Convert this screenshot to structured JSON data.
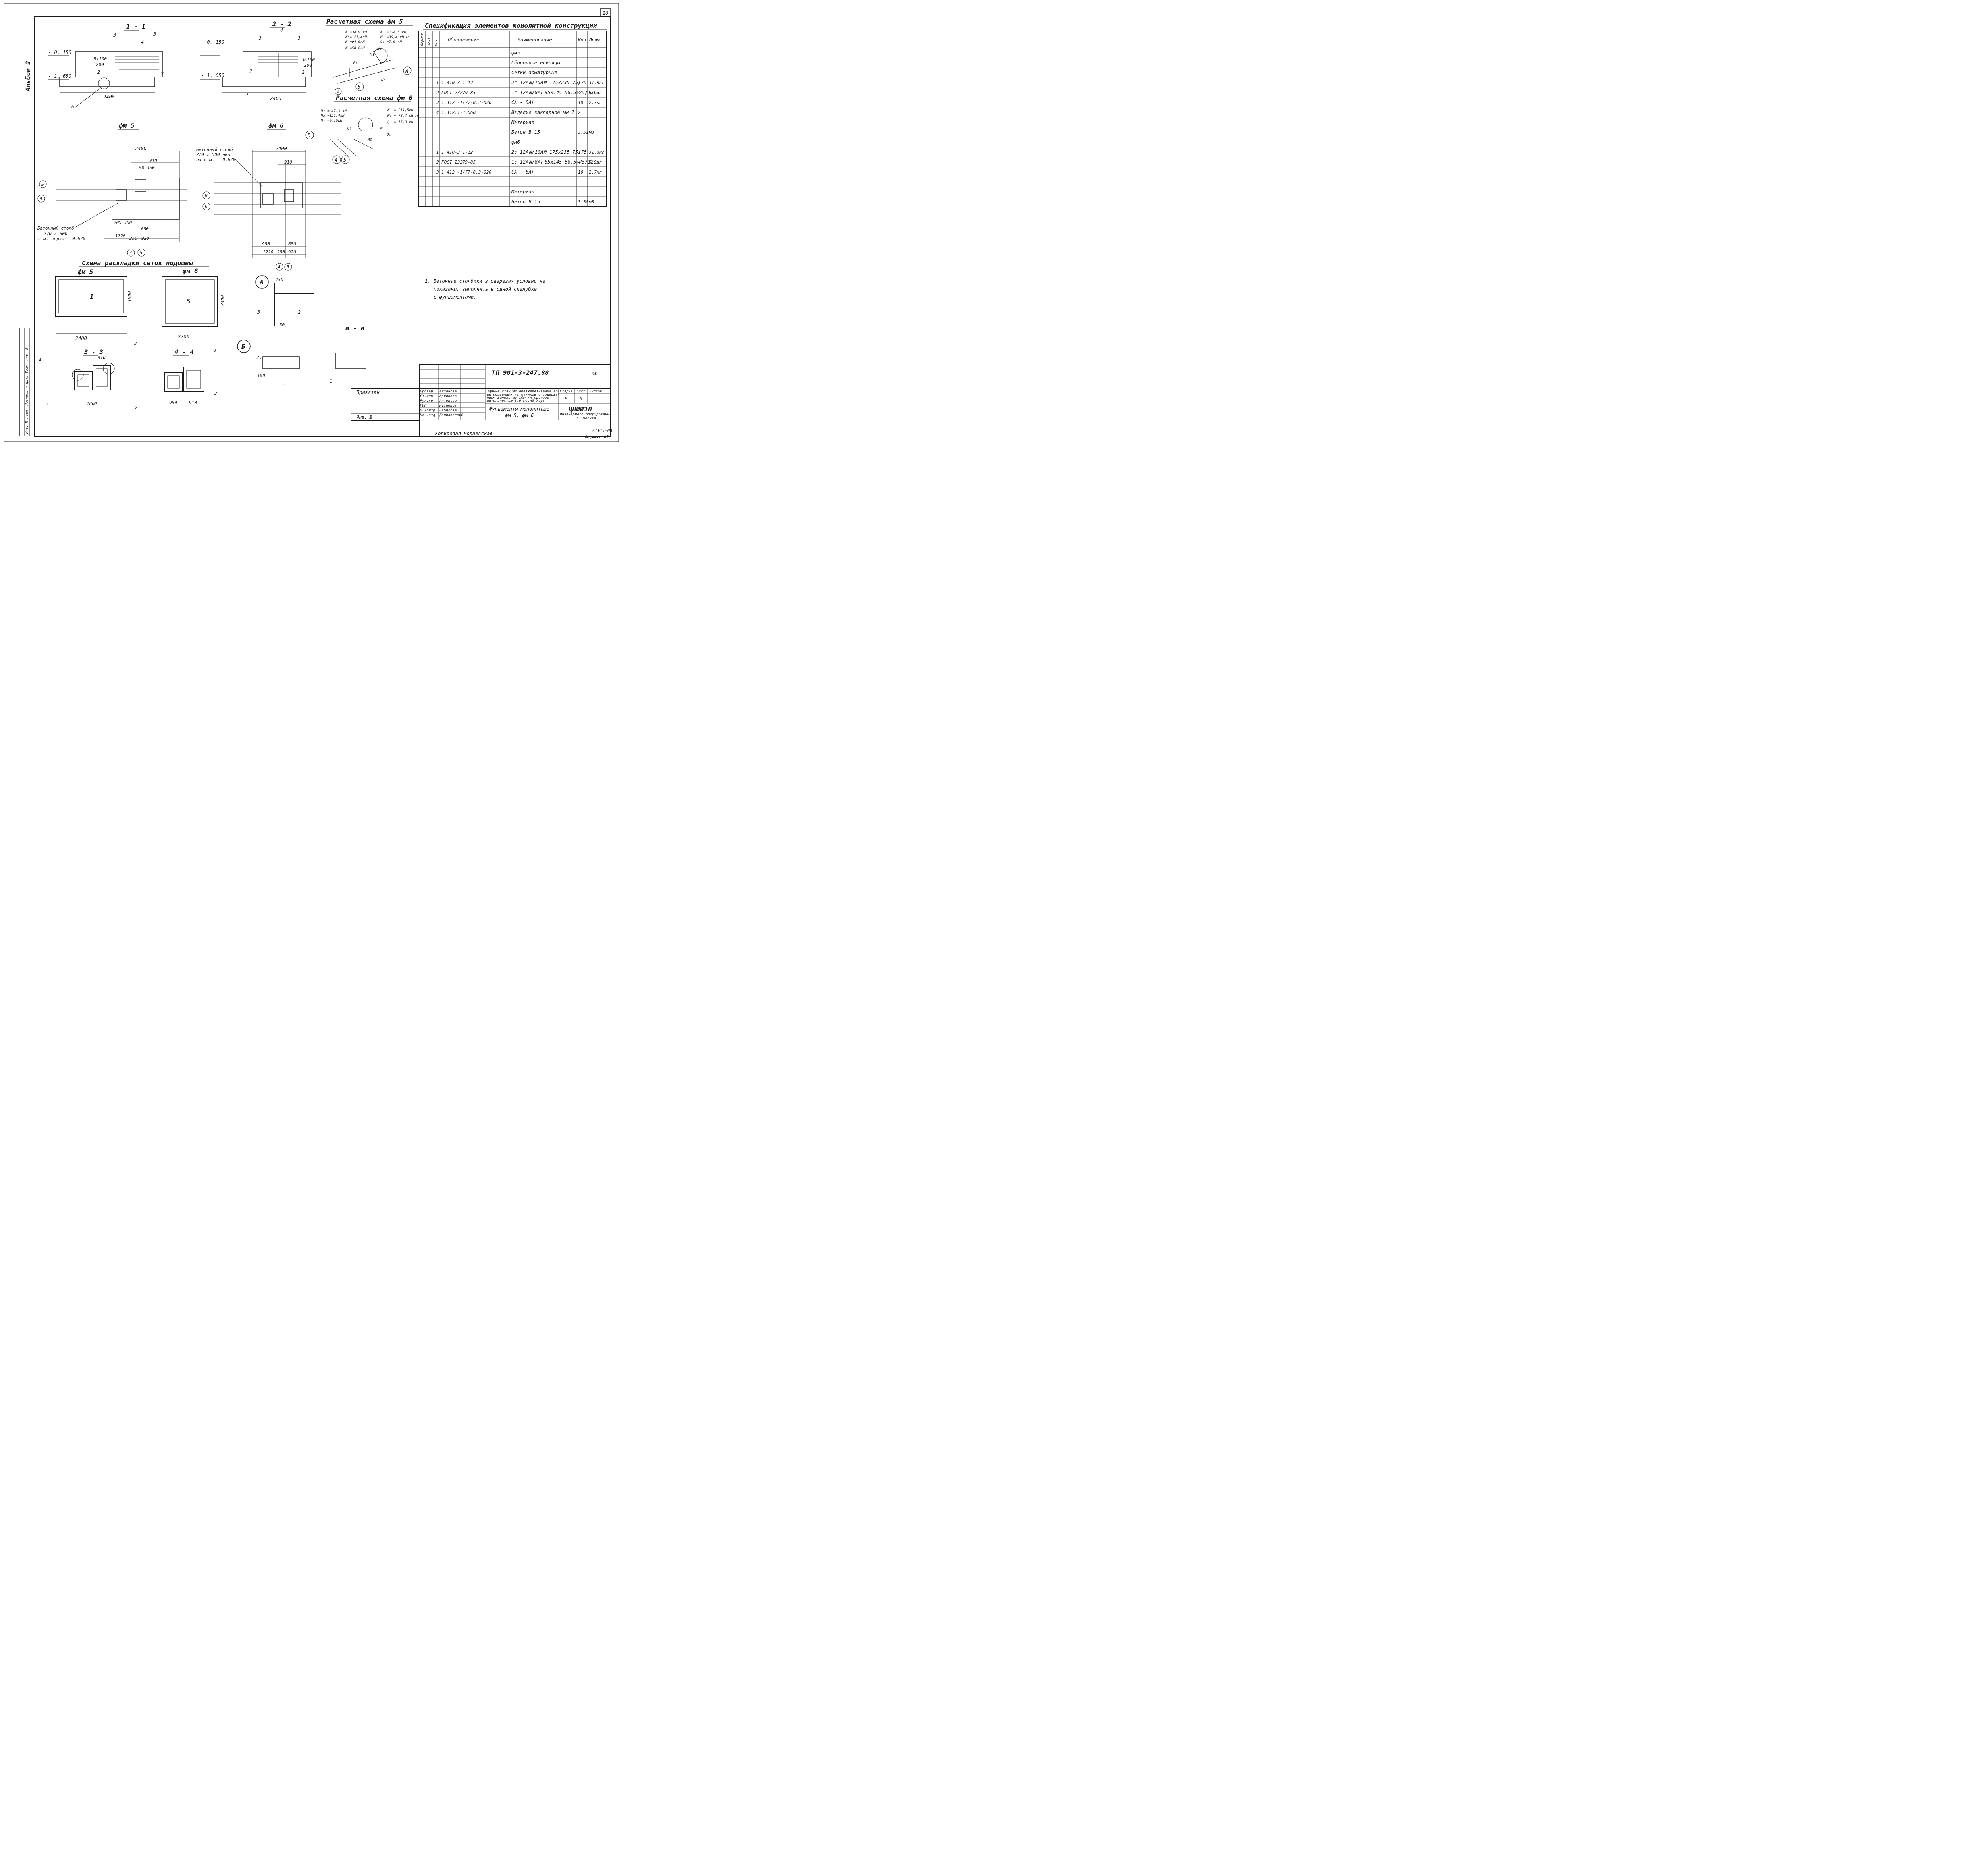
{
  "sheet_number": "20",
  "album": "Альбом 2",
  "sections": {
    "s11": "1 - 1",
    "s22": "2 - 2",
    "s33": "3 - 3",
    "s44": "4 - 4",
    "aa": "a - a",
    "fm5": "фм 5",
    "fm6": "фм 6"
  },
  "elev": {
    "top": "- 0. 150",
    "bottom": "- 1. 650"
  },
  "calc5": {
    "title": "Расчетная схема фм 5",
    "loads": [
      "N₂=34,9 кН",
      "Nз=121,4кН",
      "N₄=94,6кН",
      "N₅=58,8кН",
      "N₁ =124,5 кН",
      "M₁ =39,4 кН.м",
      "Q₁ =7,6 кН"
    ]
  },
  "calc6": {
    "title": "Расчетная схема фм 6",
    "loads": [
      "N₂ = 47,3 кН",
      "Nз =121,4кН",
      "N₄ =94,6кН",
      "N₁ = 211,5кН",
      "M₁ = 78,7 кН.м",
      "Q₁ = 15,3 кН"
    ]
  },
  "spec": {
    "title": "Спецификация элементов монолитной конструкции",
    "headers": [
      "Формат",
      "Зона",
      "Поз",
      "Обозначение",
      "Наименование",
      "Кол",
      "Прим."
    ],
    "rows": [
      [
        "",
        "",
        "",
        "",
        "фм5",
        "",
        ""
      ],
      [
        "",
        "",
        "",
        "",
        "Сборочные единицы",
        "",
        ""
      ],
      [
        "",
        "",
        "",
        "",
        "Сетки арматурные",
        "",
        ""
      ],
      [
        "",
        "",
        "1",
        "1.410-3.1-12",
        "2с 12АⅢ/10АⅢ 175х235 75/75",
        "1",
        "31.8кг"
      ],
      [
        "",
        "",
        "2",
        "ГОСТ 23279-85",
        "1с 12АⅢ/8АⅠ 85х145 58.5+75/12.5",
        "4",
        "5.9кг"
      ],
      [
        "",
        "",
        "3",
        "1.412 -1/77-8.3-020",
        "СА - 8АⅠ",
        "10",
        "2.7кг"
      ],
      [
        "",
        "",
        "4",
        "1.412.1-4.060",
        "Изделие закладное мн 1",
        "2",
        ""
      ],
      [
        "",
        "",
        "",
        "",
        "Материал",
        "",
        ""
      ],
      [
        "",
        "",
        "",
        "",
        "Бетон В 15",
        "3.51",
        "м3"
      ],
      [
        "",
        "",
        "",
        "",
        "фм6",
        "",
        ""
      ],
      [
        "",
        "",
        "1",
        "1.410-3.1-12",
        "2с 12АⅢ/10АⅢ 175х235 75/75",
        "1",
        "31.8кг"
      ],
      [
        "",
        "",
        "2",
        "ГОСТ 23279-85",
        "1с 12АⅢ/8АⅠ 85х145 58.5+75/12.5",
        "4",
        "5.9кг"
      ],
      [
        "",
        "",
        "3",
        "1.412 -1/77-8.3-020",
        "СА - 8АⅠ",
        "10",
        "2.7кг"
      ],
      [
        "",
        "",
        "",
        "",
        "",
        "",
        ""
      ],
      [
        "",
        "",
        "",
        "",
        "Материал",
        "",
        ""
      ],
      [
        "",
        "",
        "",
        "",
        "Бетон В 15",
        "3.38",
        "м3"
      ]
    ]
  },
  "note": [
    "1. Бетонные столбики в разрезах условно не",
    "показаны, выполнять в одной опалубке",
    "с фундаментами."
  ],
  "mesh_scheme": {
    "title": "Схема раскладки сеток подошвы",
    "fm5": "фм 5",
    "fm6": "фм 6",
    "fm5_mesh": "1",
    "fm6_mesh": "5"
  },
  "column_note5": [
    "Бетонный столб",
    "270 х 500",
    "отм. верха - 0.670"
  ],
  "column_note6": [
    "Бетонный столб",
    "270 х 500 нкз",
    "на отм. - 0.670"
  ],
  "title_block": {
    "code": "ТП 901-3-247.88",
    "mark": "КЖ",
    "tied": "Привязан",
    "inv": "Инв. №",
    "roles": [
      "Провер.",
      "Ст.инж.",
      "Рук.гр.",
      "ГИП",
      "Н.контр.",
      "Нач.отд."
    ],
    "names": [
      "Антонова",
      "Архипова",
      "Антонова",
      "Кузнецов",
      "Бабикова",
      "Даниловский"
    ],
    "object": [
      "Здание станции обезжелезивания во-",
      "ды подземных источников с содержа-",
      "нием железа до 10мг/л произво-",
      "дительностью 8.0тыс.м3 /сут"
    ],
    "stage_h": "Стадия",
    "sheet_h": "Лист",
    "sheets_h": "Листов",
    "stage": "Р",
    "sheet": "9",
    "sheets": "",
    "drawing": [
      "Фундаменты монолитные",
      "фм 5, фм 6"
    ],
    "org": [
      "ЦНИИЭП",
      "инженерного оборудования",
      "г. Москва"
    ]
  },
  "copied": "Копировал Родаевская",
  "format": "Формат А2",
  "doc_no": "23445-04",
  "left_strip": "Инв. № подл. Подпись и дата Взам. инв. №"
}
